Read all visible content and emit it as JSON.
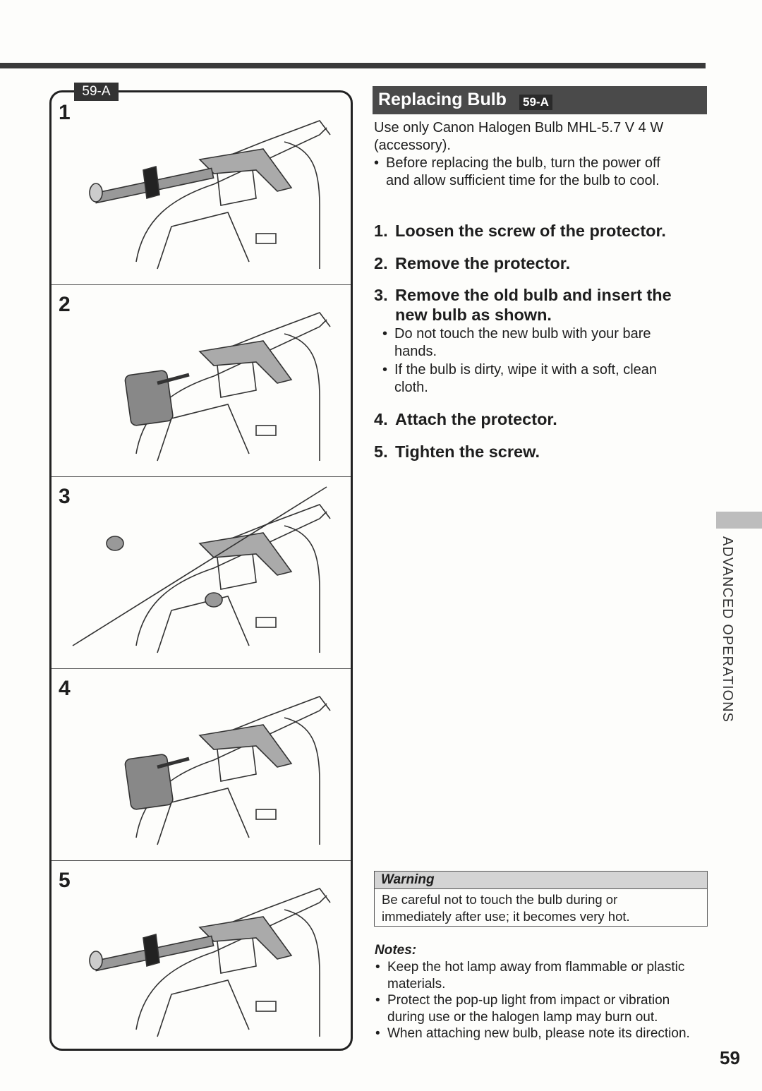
{
  "figure": {
    "tag": "59-A",
    "steps": [
      "1",
      "2",
      "3",
      "4",
      "5"
    ]
  },
  "section": {
    "title": "Replacing Bulb",
    "code": "59-A"
  },
  "intro": {
    "text_lines": [
      "Use only Canon Halogen Bulb MHL-5.7 V 4 W",
      "(accessory)."
    ],
    "bullet_lines": [
      "Before replacing the bulb, turn the power off",
      "and allow sufficient time for the bulb to cool."
    ]
  },
  "steps": [
    {
      "n": "1.",
      "text": "Loosen the screw of the protector."
    },
    {
      "n": "2.",
      "text": "Remove the protector."
    },
    {
      "n": "3.",
      "text": "Remove the old bulb and insert the new bulb as shown."
    },
    {
      "n": "4.",
      "text": "Attach the protector."
    },
    {
      "n": "5.",
      "text": "Tighten the screw."
    }
  ],
  "step3_bullets": [
    [
      "Do not touch the new bulb with your bare",
      "hands."
    ],
    [
      "If the bulb is dirty, wipe it with a soft, clean",
      "cloth."
    ]
  ],
  "warning": {
    "title": "Warning",
    "lines": [
      "Be careful not to touch the bulb during or",
      "immediately after use; it becomes very hot."
    ]
  },
  "notes": {
    "title": "Notes:",
    "items": [
      [
        "Keep the hot lamp away from flammable or plastic",
        "materials."
      ],
      [
        "Protect the pop-up light from impact or vibration",
        "during use or the halogen lamp may burn out."
      ],
      [
        "When attaching new bulb, please note its direction."
      ]
    ]
  },
  "side_tab": "ADVANCED OPERATIONS",
  "page_number": "59"
}
